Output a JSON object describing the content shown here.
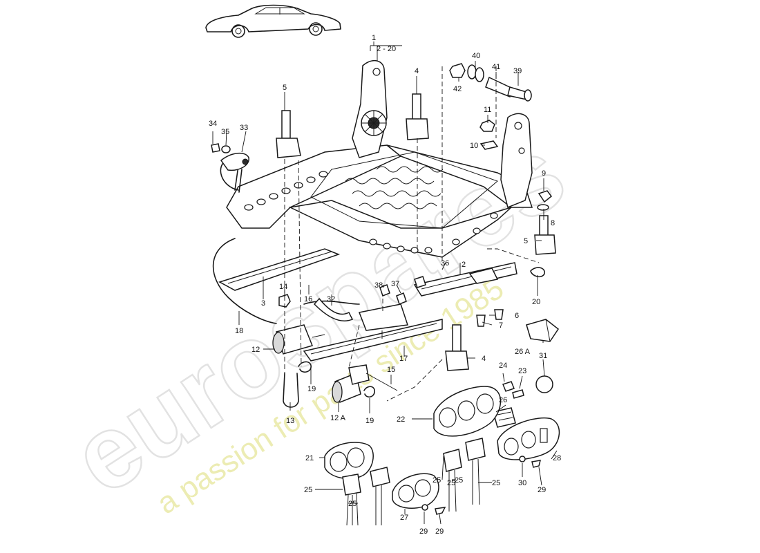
{
  "watermark": {
    "brand": "eurospares",
    "tagline": "a passion for parts since 1985"
  },
  "parts": [
    {
      "id": "p1",
      "text": "1"
    },
    {
      "id": "p2-20",
      "text": "2 - 20"
    },
    {
      "id": "p2",
      "text": "2"
    },
    {
      "id": "p3",
      "text": "3"
    },
    {
      "id": "p4a",
      "text": "4"
    },
    {
      "id": "p4b",
      "text": "4"
    },
    {
      "id": "p5a",
      "text": "5"
    },
    {
      "id": "p5b",
      "text": "5"
    },
    {
      "id": "p6",
      "text": "6"
    },
    {
      "id": "p7",
      "text": "7"
    },
    {
      "id": "p8",
      "text": "8"
    },
    {
      "id": "p9",
      "text": "9"
    },
    {
      "id": "p10",
      "text": "10"
    },
    {
      "id": "p11",
      "text": "11"
    },
    {
      "id": "p12",
      "text": "12"
    },
    {
      "id": "p12a",
      "text": "12 A"
    },
    {
      "id": "p13",
      "text": "13"
    },
    {
      "id": "p14",
      "text": "14"
    },
    {
      "id": "p15",
      "text": "15"
    },
    {
      "id": "p16",
      "text": "16"
    },
    {
      "id": "p17",
      "text": "17"
    },
    {
      "id": "p18",
      "text": "18"
    },
    {
      "id": "p19a",
      "text": "19"
    },
    {
      "id": "p19b",
      "text": "19"
    },
    {
      "id": "p20",
      "text": "20"
    },
    {
      "id": "p21",
      "text": "21"
    },
    {
      "id": "p22",
      "text": "22"
    },
    {
      "id": "p23",
      "text": "23"
    },
    {
      "id": "p24",
      "text": "24"
    },
    {
      "id": "p25a",
      "text": "25"
    },
    {
      "id": "p25b",
      "text": "25"
    },
    {
      "id": "p25c",
      "text": "25"
    },
    {
      "id": "p25d",
      "text": "25"
    },
    {
      "id": "p25e",
      "text": "25"
    },
    {
      "id": "p25f",
      "text": "25"
    },
    {
      "id": "p26",
      "text": "26"
    },
    {
      "id": "p26a",
      "text": "26 A"
    },
    {
      "id": "p27",
      "text": "27"
    },
    {
      "id": "p28",
      "text": "28"
    },
    {
      "id": "p29a",
      "text": "29"
    },
    {
      "id": "p29b",
      "text": "29"
    },
    {
      "id": "p29c",
      "text": "29"
    },
    {
      "id": "p30a",
      "text": "30"
    },
    {
      "id": "p30b",
      "text": "30"
    },
    {
      "id": "p31",
      "text": "31"
    },
    {
      "id": "p32",
      "text": "32"
    },
    {
      "id": "p33",
      "text": "33"
    },
    {
      "id": "p34",
      "text": "34"
    },
    {
      "id": "p35",
      "text": "35"
    },
    {
      "id": "p36",
      "text": "36"
    },
    {
      "id": "p37",
      "text": "37"
    },
    {
      "id": "p38",
      "text": "38"
    },
    {
      "id": "p39",
      "text": "39"
    },
    {
      "id": "p40",
      "text": "40"
    },
    {
      "id": "p41",
      "text": "41"
    },
    {
      "id": "p42",
      "text": "42"
    }
  ]
}
